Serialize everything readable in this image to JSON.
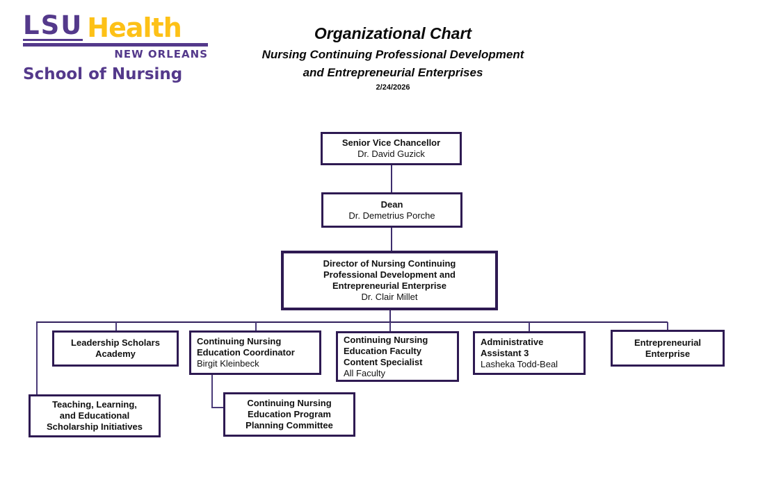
{
  "logo": {
    "lsu": "LSU",
    "health": "Health",
    "region": "NEW ORLEANS",
    "school": "School of Nursing"
  },
  "header": {
    "title": "Organizational Chart",
    "subtitle": "Nursing Continuing Professional Development\nand Entrepreneurial Enterprises",
    "date": "2/24/2026"
  },
  "colors": {
    "lsu_purple": "#54398B",
    "lsu_gold": "#FDC117",
    "box_border": "#2E1A52",
    "connector": "#4a3a78"
  },
  "chart": {
    "nodes": {
      "svc": {
        "title": "Senior Vice Chancellor",
        "name": "Dr. David Guzick"
      },
      "dean": {
        "title": "Dean",
        "name": "Dr. Demetrius Porche"
      },
      "director": {
        "title": "Director of Nursing Continuing\nProfessional Development and\nEntrepreneurial Enterprise",
        "name": "Dr. Clair Millet"
      },
      "lsa": {
        "title": "Leadership Scholars\nAcademy"
      },
      "cnec": {
        "title": "Continuing Nursing\nEducation Coordinator",
        "name": "Birgit Kleinbeck"
      },
      "cnefcs": {
        "title": "Continuing Nursing\nEducation Faculty\nContent Specialist",
        "name": "All Faculty"
      },
      "aa3": {
        "title": "Administrative\nAssistant 3",
        "name": "Lasheka Todd-Beal"
      },
      "ee": {
        "title": "Entrepreneurial\nEnterprise"
      },
      "tlesi": {
        "title": "Teaching, Learning,\nand Educational\nScholarship Initiatives"
      },
      "cnppc": {
        "title": "Continuing Nursing\nEducation Program\nPlanning Committee"
      }
    }
  }
}
